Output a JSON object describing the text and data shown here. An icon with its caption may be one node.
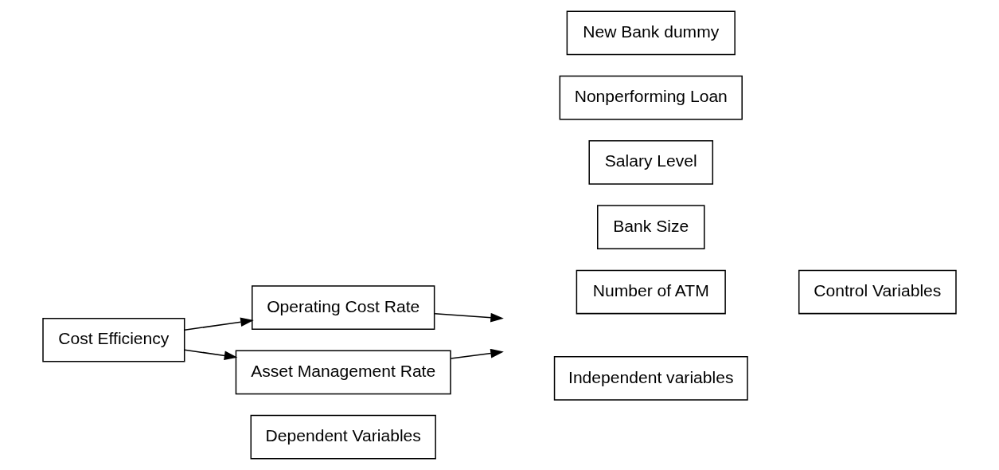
{
  "diagram": {
    "nodes": [
      {
        "text": [
          "Dependent Variables"
        ]
      },
      {
        "text": [
          "Independent variables"
        ]
      },
      {
        "text": [
          "Cost Efficiency"
        ]
      },
      {
        "text": [
          "Operating Cost Rate"
        ]
      },
      {
        "text": [
          "Asset Management Rate"
        ]
      },
      {
        "text": [
          "Number of ATM"
        ]
      },
      {
        "text": [
          "Bank Size"
        ]
      },
      {
        "text": [
          "Salary Level"
        ]
      },
      {
        "text": [
          "Nonperforming Loan"
        ]
      },
      {
        "text": [
          "New Bank dummy"
        ]
      },
      {
        "text": [
          "Control Variables"
        ]
      }
    ],
    "edges": [
      {
        "from": 2,
        "to": 3,
        "arrow": "to"
      },
      {
        "from": 2,
        "to": 4,
        "arrow": "to"
      },
      {
        "from": 3,
        "to": null,
        "arrow": "to"
      },
      {
        "from": 4,
        "to": null,
        "arrow": "to"
      }
    ]
  }
}
